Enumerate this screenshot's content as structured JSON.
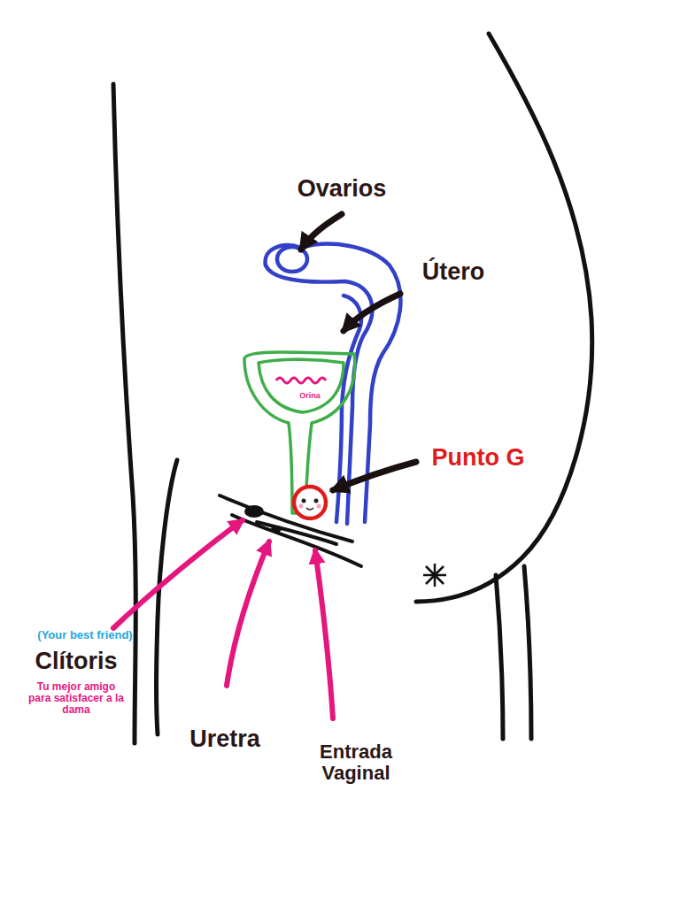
{
  "diagram": {
    "labels": [
      "Ovarios",
      "Útero",
      "Orina",
      "Punto G",
      "(Your best friend)",
      "Clítoris",
      "Tu mejor amigo para satisfacer a la dama",
      "Uretra",
      "Entrada Vaginal"
    ]
  }
}
